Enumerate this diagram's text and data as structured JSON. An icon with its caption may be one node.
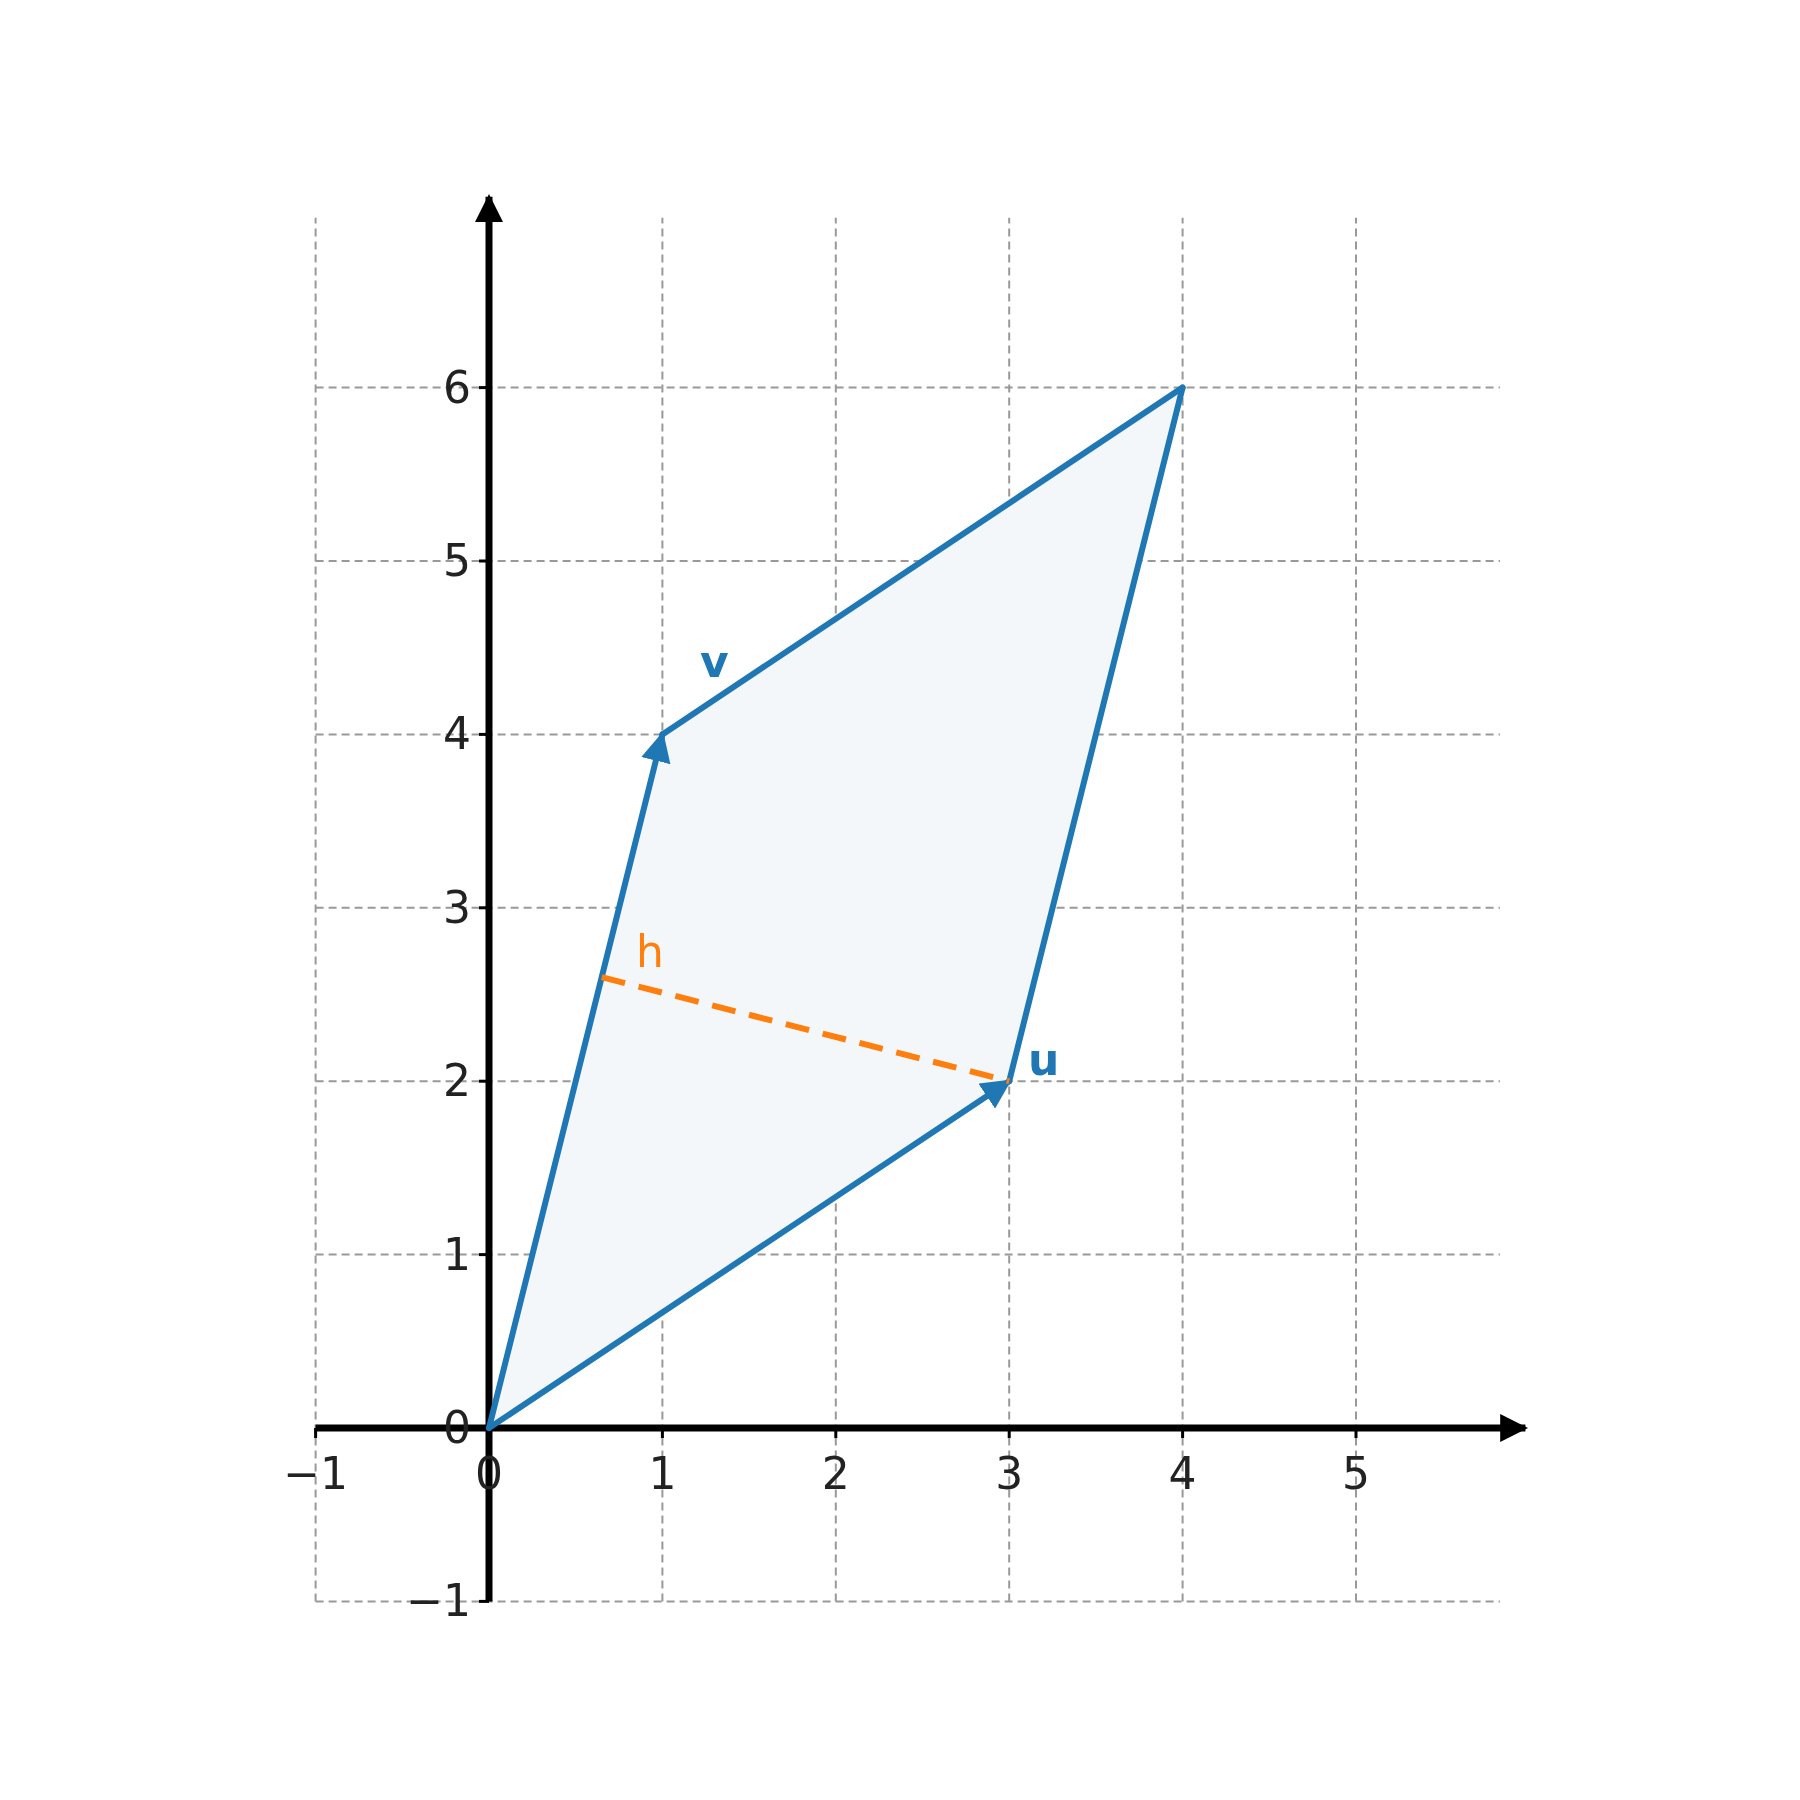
{
  "diagram": {
    "labels": [
      "6",
      "5",
      "4",
      "v",
      "3",
      "h",
      "u",
      "2",
      "1",
      "0",
      "−1",
      "0",
      "1",
      "2",
      "3",
      "4",
      "5",
      "−1"
    ]
  }
}
